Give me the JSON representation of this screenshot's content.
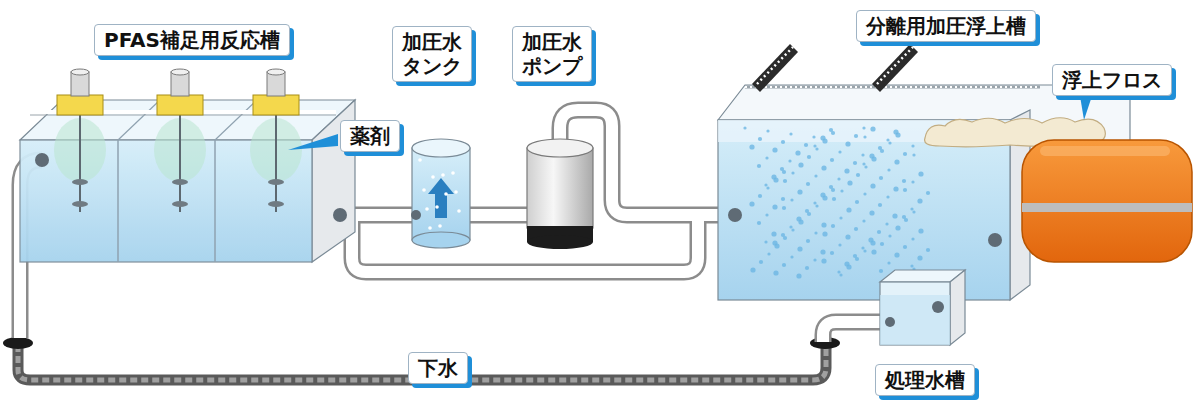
{
  "diagram": {
    "nodes": [
      {
        "text": [
          "PFAS補足用反応槽"
        ]
      },
      {
        "text": [
          "薬剤"
        ]
      },
      {
        "text": [
          "加圧水 タンク"
        ]
      },
      {
        "text": [
          "加圧水 ポンプ"
        ]
      },
      {
        "text": [
          "分離用加圧浮上槽"
        ]
      },
      {
        "text": [
          "浮上フロス"
        ]
      },
      {
        "text": [
          "処理水槽"
        ]
      },
      {
        "text": [
          "下水"
        ]
      }
    ]
  }
}
